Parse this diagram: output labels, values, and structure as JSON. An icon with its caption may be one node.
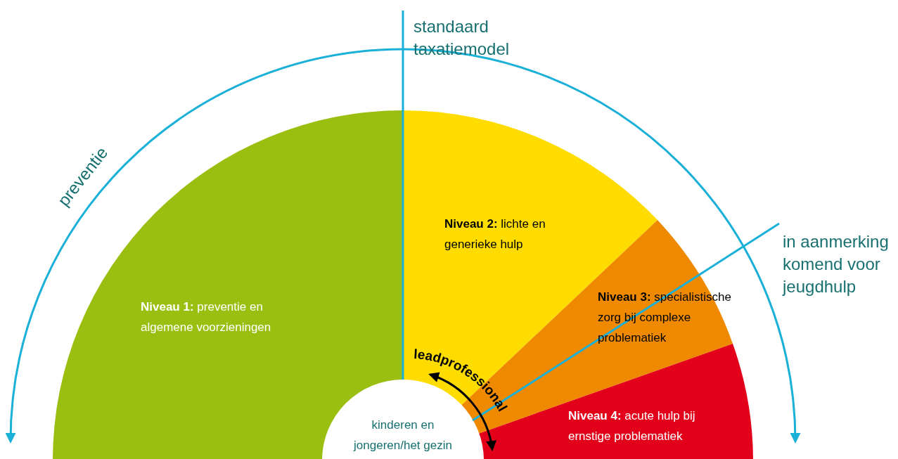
{
  "diagram": {
    "nodes": [
      {
        "text": [
          "**Niveau 1:** preventie en algemene voorzieningen"
        ]
      },
      {
        "text": [
          "**Niveau 2:** lichte en generieke hulp"
        ]
      },
      {
        "text": [
          "**Niveau 3:** specialistische zorg bij complexe problematiek"
        ]
      },
      {
        "text": [
          "**Niveau 4:** acute hulp bij ernstige problematiek"
        ]
      },
      {
        "text": [
          "kinderen en jongeren/het gezin"
        ]
      }
    ],
    "labels": [
      "standaard taxatiemodel",
      "preventie",
      "in aanmerking komend voor jeugdhulp",
      "leadprofessional"
    ]
  }
}
